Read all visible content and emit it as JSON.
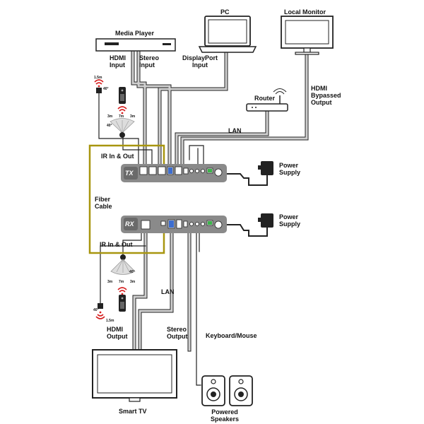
{
  "labels": {
    "pc": "PC",
    "local_monitor": "Local Monitor",
    "media_player": "Media Player",
    "hdmi_input": [
      "HDMI",
      "Input"
    ],
    "stereo_input": [
      "Stereo",
      "Input"
    ],
    "displayport_input": [
      "DisplayPort",
      "Input"
    ],
    "router": "Router",
    "hdmi_bypassed_output": [
      "HDMI",
      "Bypassed",
      "Output"
    ],
    "lan_top": "LAN",
    "ir_in_out_top": "IR In & Out",
    "fiber_cable": [
      "Fiber",
      "Cable"
    ],
    "power_supply_tx": [
      "Power",
      "Supply"
    ],
    "power_supply_rx": [
      "Power",
      "Supply"
    ],
    "ir_in_out_bottom": "IR In & Out",
    "lan_bottom": "LAN",
    "hdmi_output": [
      "HDMI",
      "Output"
    ],
    "stereo_output": [
      "Stereo",
      "Output"
    ],
    "keyboard_mouse": "Keyboard/Mouse",
    "smart_tv": "Smart TV",
    "powered_speakers": [
      "Powered",
      "Speakers"
    ]
  },
  "units": {
    "tx_tag": "TX",
    "rx_tag": "RX"
  },
  "ir_range_top": {
    "range_distance": "1.5m",
    "range_angle": "40°",
    "fan_angle": "40°",
    "fan_left": "3m",
    "fan_center": "7m",
    "fan_right": "3m"
  },
  "ir_range_bottom": {
    "range_distance": "1.5m",
    "range_angle": "40°",
    "fan_angle": "40°",
    "fan_left": "3m",
    "fan_center": "7m",
    "fan_right": "3m"
  },
  "colors": {
    "fiber": "#a8960f",
    "cable_gray": "#cfcfcf",
    "cable_outline": "#222222",
    "unit_body": "#8a8a8a",
    "unit_tag": "#6a6a6a",
    "ir_red": "#d62020"
  }
}
